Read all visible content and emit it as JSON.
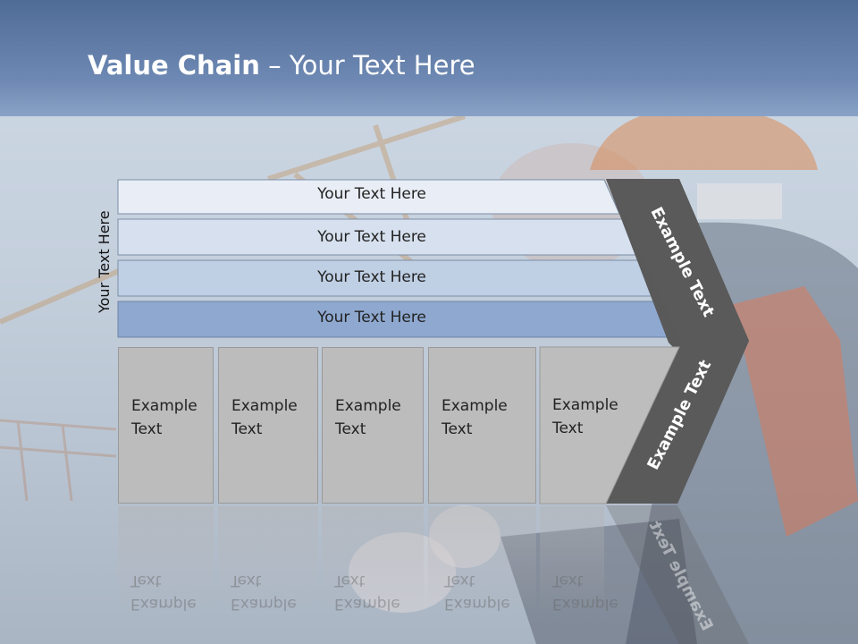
{
  "title": {
    "bold": "Value Chain",
    "rest": " – Your Text Here"
  },
  "side_label": "Your Text Here",
  "rows": [
    {
      "label": "Your Text Here"
    },
    {
      "label": "Your Text Here"
    },
    {
      "label": "Your Text Here"
    },
    {
      "label": "Your Text Here"
    }
  ],
  "boxes": [
    {
      "line1": "Example",
      "line2": "Text"
    },
    {
      "line1": "Example",
      "line2": "Text"
    },
    {
      "line1": "Example",
      "line2": "Text"
    },
    {
      "line1": "Example",
      "line2": "Text"
    },
    {
      "line1": "Example",
      "line2": "Text"
    }
  ],
  "chevron": {
    "upper_label": "Example Text",
    "lower_label": "Example Text"
  },
  "colors": {
    "header": "#5d7aa6",
    "chevron": "#5a5a5a",
    "box": "#bcbcbc"
  }
}
